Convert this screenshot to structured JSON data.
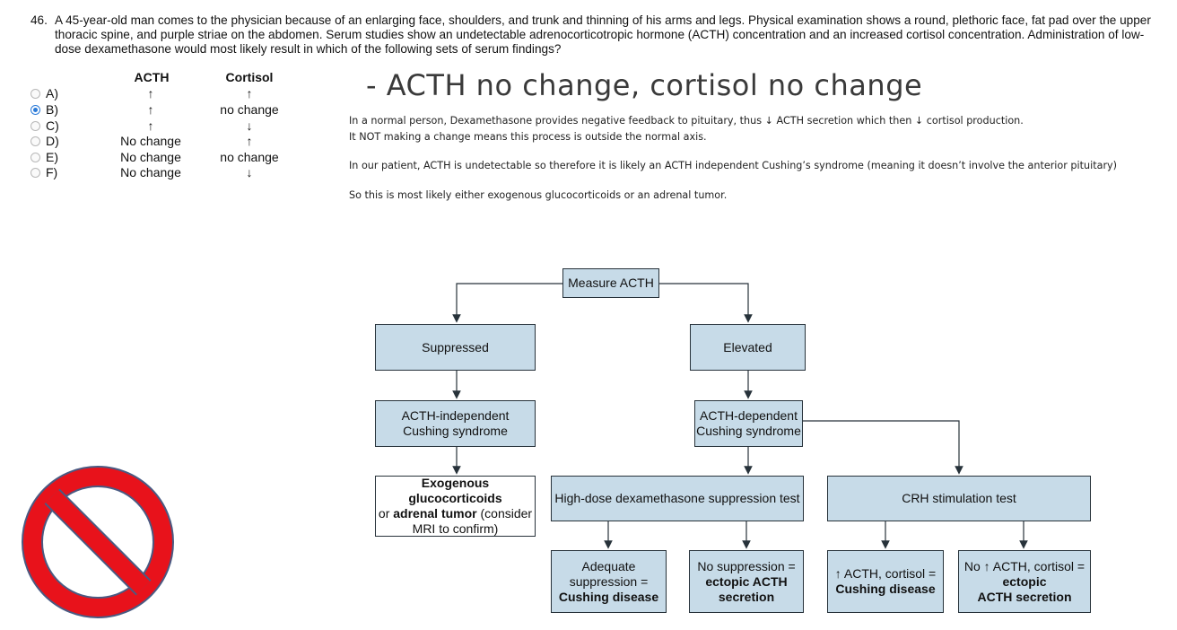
{
  "question": {
    "number": "46.",
    "text": "A 45-year-old man comes to the physician because of an enlarging face, shoulders, and trunk and thinning of his arms and legs. Physical examination shows a round, plethoric face, fat pad over the upper thoracic spine, and purple striae on the abdomen. Serum studies show an undetectable adrenocorticotropic hormone (ACTH) concentration and an increased cortisol concentration. Administration of low-dose dexamethasone would most likely result in which of the following sets of serum findings?"
  },
  "options_table": {
    "headers": [
      "ACTH",
      "Cortisol"
    ],
    "rows": [
      {
        "letter": "A)",
        "acth": "↑",
        "cortisol": "↑",
        "selected": false
      },
      {
        "letter": "B)",
        "acth": "↑",
        "cortisol": "no change",
        "selected": true
      },
      {
        "letter": "C)",
        "acth": "↑",
        "cortisol": "↓",
        "selected": false
      },
      {
        "letter": "D)",
        "acth": "No change",
        "cortisol": "↑",
        "selected": false
      },
      {
        "letter": "E)",
        "acth": "No change",
        "cortisol": "no change",
        "selected": false
      },
      {
        "letter": "F)",
        "acth": "No change",
        "cortisol": "↓",
        "selected": false
      }
    ]
  },
  "answer": {
    "title": "- ACTH no change, cortisol no change",
    "note1": "In a normal person, Dexamethasone provides negative feedback to pituitary, thus ↓ ACTH secretion which then ↓ cortisol production.",
    "note2": "It NOT making a change means this process is outside the normal axis.",
    "note3": "In our patient, ACTH is undetectable so therefore it is likely an ACTH independent Cushing’s syndrome (meaning it doesn’t involve the anterior pituitary)",
    "note4": "So this is most likely either exogenous glucocorticoids or an adrenal tumor."
  },
  "flowchart": {
    "measure": "Measure ACTH",
    "suppressed": "Suppressed",
    "elevated": "Elevated",
    "independent_l1": "ACTH-independent",
    "independent_l2": "Cushing syndrome",
    "dependent_l1": "ACTH-dependent",
    "dependent_l2": "Cushing syndrome",
    "exogenous_b1": "Exogenous glucocorticoids",
    "exogenous_t1": "or ",
    "exogenous_b2": "adrenal tumor",
    "exogenous_t2": " (consider",
    "exogenous_t3": "MRI to confirm)",
    "high_dose": "High-dose dexamethasone suppression test",
    "crh": "CRH stimulation test",
    "adequate_l1": "Adequate",
    "adequate_l2": "suppression =",
    "adequate_b": "Cushing disease",
    "nosupp_l1": "No suppression =",
    "nosupp_b1": "ectopic ACTH",
    "nosupp_b2": "secretion",
    "crh_up_l1": "↑ ACTH, cortisol =",
    "crh_up_b": "Cushing disease",
    "crh_no_l1": "No ↑ ACTH, cortisol =",
    "crh_no_b1": "ectopic",
    "crh_no_b2": "ACTH secretion"
  },
  "colors": {
    "box_fill": "#c7dbe8",
    "no_sign": "#e8121b",
    "radio_selected": "#2a7ad8"
  },
  "icons": [
    "no-sign-icon",
    "radio-icon"
  ]
}
